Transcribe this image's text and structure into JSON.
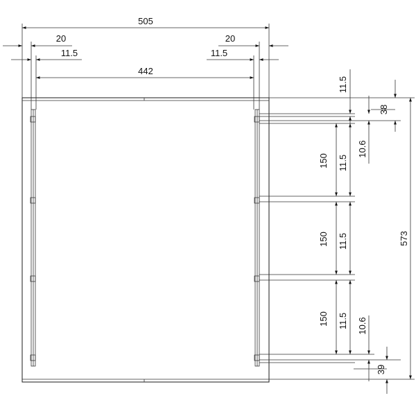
{
  "dimensions": {
    "overall_width": "505",
    "left_offset": "20",
    "right_offset": "20",
    "left_inset": "11.5",
    "right_inset": "11.5",
    "inner_width": "442",
    "top_inset": "11.5",
    "top_block": "38",
    "top_gap": "10.6",
    "spacing_1": "150",
    "spacing_2": "150",
    "spacing_3": "150",
    "sub_1": "11.5",
    "sub_2": "11.5",
    "sub_3": "11.5",
    "bottom_gap": "10.6",
    "bottom_block": "39",
    "overall_height": "573"
  },
  "colors": {
    "line": "#1a1a1a",
    "background": "#ffffff"
  }
}
